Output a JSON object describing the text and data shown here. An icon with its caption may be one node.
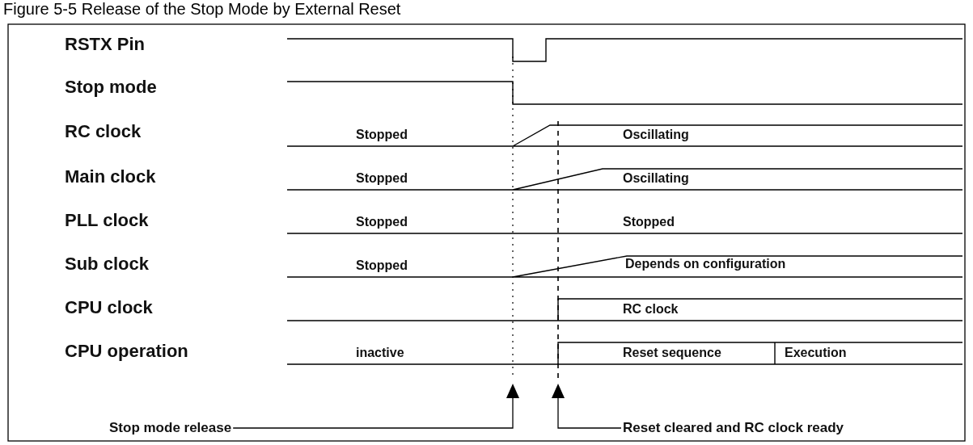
{
  "diagram": {
    "title": "Figure 5-5 Release of the Stop Mode by External Reset",
    "nodes": [
      {
        "text": [
          "Stop mode release"
        ]
      },
      {
        "text": [
          "Reset cleared and RC clock ready"
        ]
      }
    ],
    "edges": [
      {
        "from": 0,
        "to": null,
        "arrow": "to"
      },
      {
        "from": 1,
        "to": null,
        "arrow": "to"
      }
    ],
    "labels": [
      "RSTX Pin",
      "Stop mode",
      "RC clock",
      "Stopped",
      "Oscillating",
      "Main clock",
      "Stopped",
      "Oscillating",
      "PLL clock",
      "Stopped",
      "Stopped",
      "Sub clock",
      "Stopped",
      "Depends on configuration",
      "CPU clock",
      "RC clock",
      "CPU operation",
      "inactive",
      "Reset sequence",
      "Execution"
    ]
  }
}
